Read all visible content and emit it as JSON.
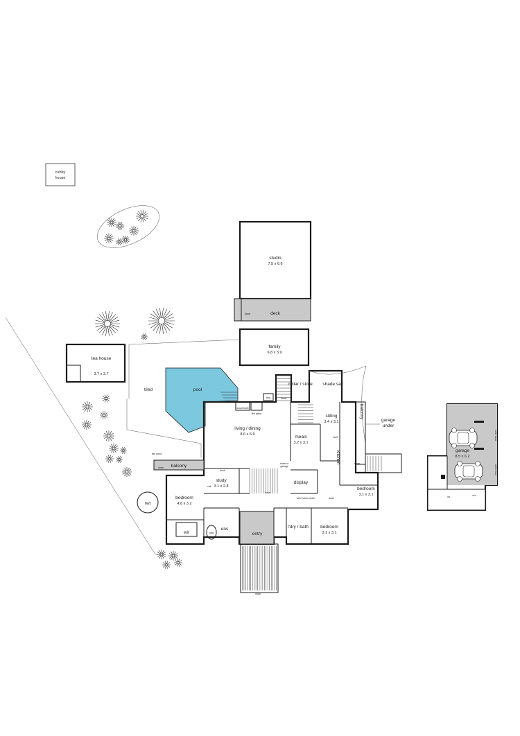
{
  "rooms": {
    "cubby": "cubby house",
    "studio": {
      "name": "studio",
      "dims": "7.5 x 6.6"
    },
    "deck": "deck",
    "family": {
      "name": "family",
      "dims": "6.8 x 3.9"
    },
    "tea_house": {
      "name": "tea house",
      "dims": "3.7 x 3.7"
    },
    "tiled": "tiled",
    "pool": "pool",
    "cellar": "cellar / store",
    "shade_sail": "shade sail",
    "balcony_side": "balcony",
    "garage_under": "garage under",
    "living_dining": {
      "name": "living / dining",
      "dims": "8.6 x 6.9"
    },
    "sitting": {
      "name": "sitting",
      "dims": "3.4 x 3.1"
    },
    "meals": {
      "name": "meals",
      "dims": "3.2 x 3.1"
    },
    "kitchen": "kitchen",
    "balcony_west": "balcony",
    "fish_pond": "fish pond",
    "study": {
      "name": "study",
      "dims": "3.1 x 2.8"
    },
    "display": "display",
    "bedroom_east": {
      "name": "bedroom",
      "dims": "3.1 x 3.1"
    },
    "bedroom_west": {
      "name": "bedroom",
      "dims": "4.8 x 3.2"
    },
    "rwt": "rwt",
    "wir": "wir",
    "ens": "ens",
    "entry": "entry",
    "ldry_bath": "l'dry / bath",
    "bedroom_south": {
      "name": "bedroom",
      "dims": "3.1 x 3.1"
    },
    "garage": {
      "name": "garage",
      "dims": "8.5 x 6.2"
    }
  },
  "small_labels": {
    "down": "down",
    "wood_store": "wood store",
    "fire_place": "fire place",
    "bbq": "bbq",
    "down_to_garage": "down to garage",
    "wine_store_under": "wine store under",
    "deck_small": "deck",
    "cab": "cab",
    "spa": "spa",
    "shelf": "shelf",
    "up": "up",
    "roller_door": "roller door",
    "wic": "w/c"
  },
  "colors": {
    "pool": "#7cc8df",
    "gray_area": "#c9c9c9"
  }
}
